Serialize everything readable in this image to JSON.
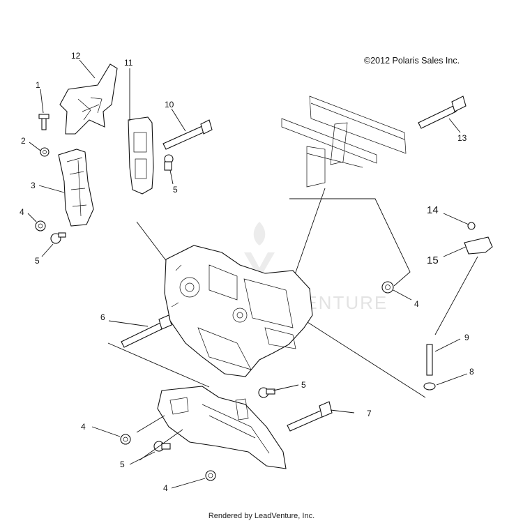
{
  "copyright": "©2012 Polaris Sales Inc.",
  "footer": "Rendered by LeadVenture, Inc.",
  "watermark": "VENTURE",
  "callouts": {
    "n1": "1",
    "n2": "2",
    "n3": "3",
    "n4a": "4",
    "n5a": "5",
    "n6": "6",
    "n7": "7",
    "n8": "8",
    "n9": "9",
    "n10": "10",
    "n11": "11",
    "n12": "12",
    "n13": "13",
    "n14": "14",
    "n15": "15",
    "n5b": "5",
    "n4b": "4",
    "n5c": "5",
    "n4c": "4",
    "n5d": "5",
    "n4d": "4"
  }
}
